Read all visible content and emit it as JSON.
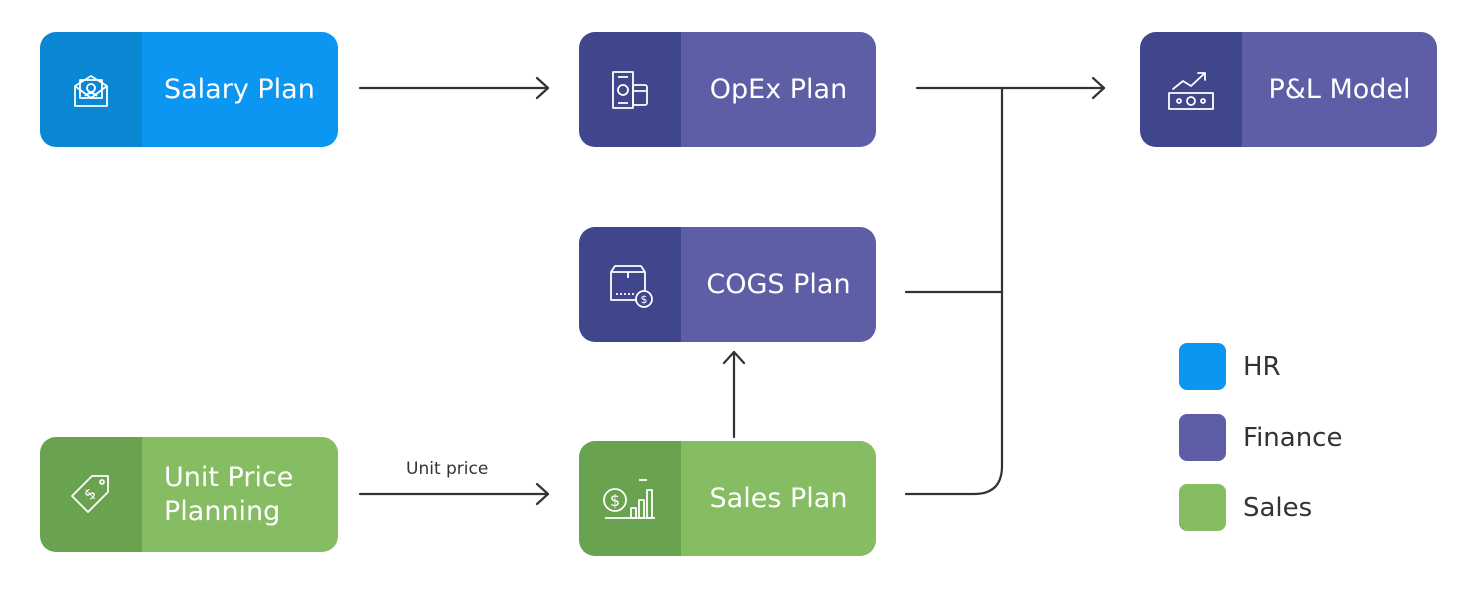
{
  "colors": {
    "hr": "#0b96f2",
    "finance": "#5e5ea6",
    "sales": "#86bd62",
    "connector": "#333333"
  },
  "nodes": {
    "salary_plan": {
      "label": "Salary Plan",
      "icon": "salary-envelope-icon",
      "group": "HR"
    },
    "opex_plan": {
      "label": "OpEx Plan",
      "icon": "cash-wallet-icon",
      "group": "Finance"
    },
    "pl_model": {
      "label": "P&L Model",
      "icon": "money-growth-icon",
      "group": "Finance"
    },
    "cogs_plan": {
      "label": "COGS Plan",
      "icon": "box-dollar-icon",
      "group": "Finance"
    },
    "unit_price_planning": {
      "label": "Unit Price\nPlanning",
      "icon": "price-tag-icon",
      "group": "Sales"
    },
    "sales_plan": {
      "label": "Sales Plan",
      "icon": "dollar-chart-icon",
      "group": "Sales"
    }
  },
  "edges": {
    "unit_price_label": "Unit price"
  },
  "legend": {
    "items": [
      {
        "label": "HR",
        "color": "#0b96f2"
      },
      {
        "label": "Finance",
        "color": "#5e5ea6"
      },
      {
        "label": "Sales",
        "color": "#86bd62"
      }
    ]
  }
}
